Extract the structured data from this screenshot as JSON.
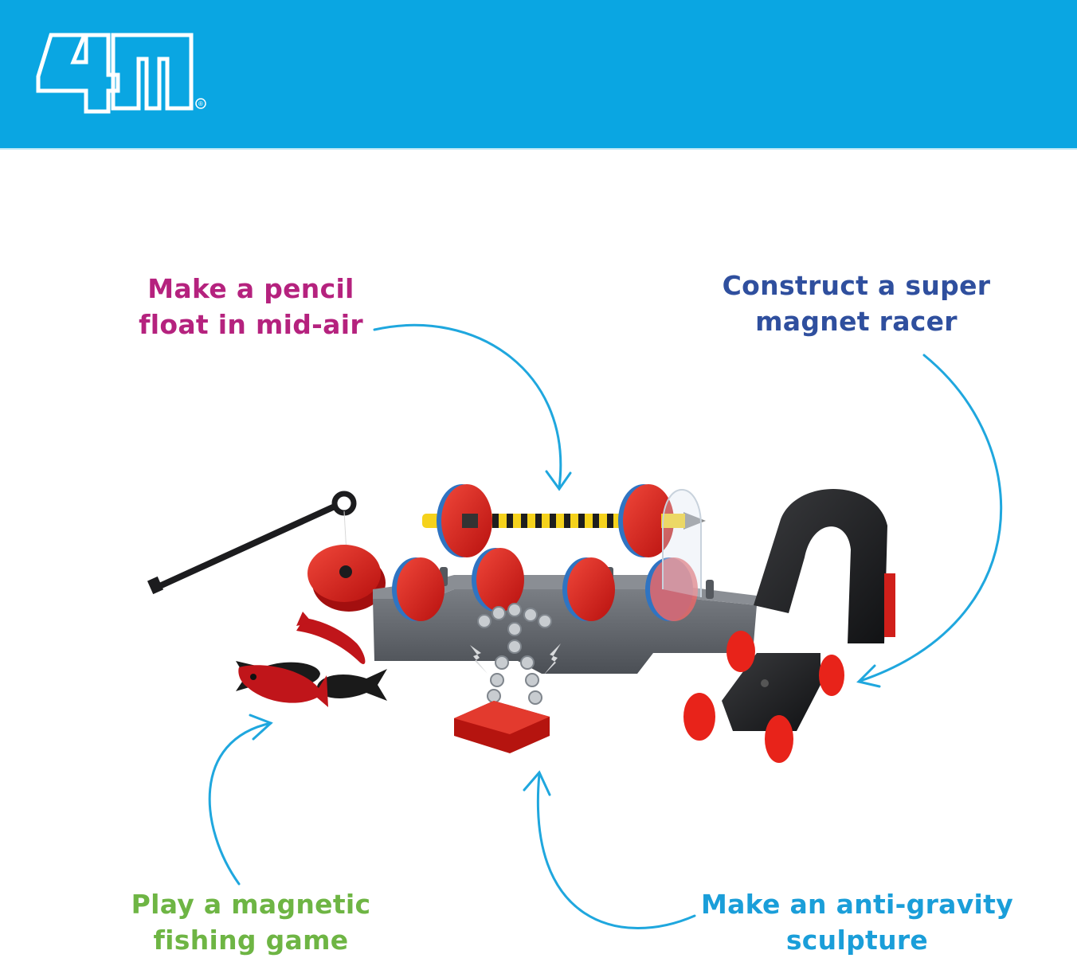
{
  "header": {
    "brand": "4M",
    "registered_mark": "®",
    "background_color": "#0aa6e2"
  },
  "captions": {
    "pencil": {
      "line1": "Make a pencil",
      "line2": "float in mid-air",
      "color": "#b5227e"
    },
    "racer": {
      "line1": "Construct a super",
      "line2": "magnet racer",
      "color": "#2f4f9e"
    },
    "fishing": {
      "line1": "Play a magnetic",
      "line2": "fishing game",
      "color": "#6eb544"
    },
    "sculpture": {
      "line1": "Make an anti-gravity",
      "line2": "sculpture",
      "color": "#1a9ed9"
    }
  },
  "illustration": {
    "items": [
      "fishing-rod",
      "ring-magnet",
      "fish-pieces",
      "floating-pencil",
      "base-tray",
      "ring-magnets",
      "nut-sculpture",
      "block-magnet",
      "horseshoe-magnet",
      "magnet-racer-car"
    ],
    "arrow_color": "#1fa7de"
  }
}
